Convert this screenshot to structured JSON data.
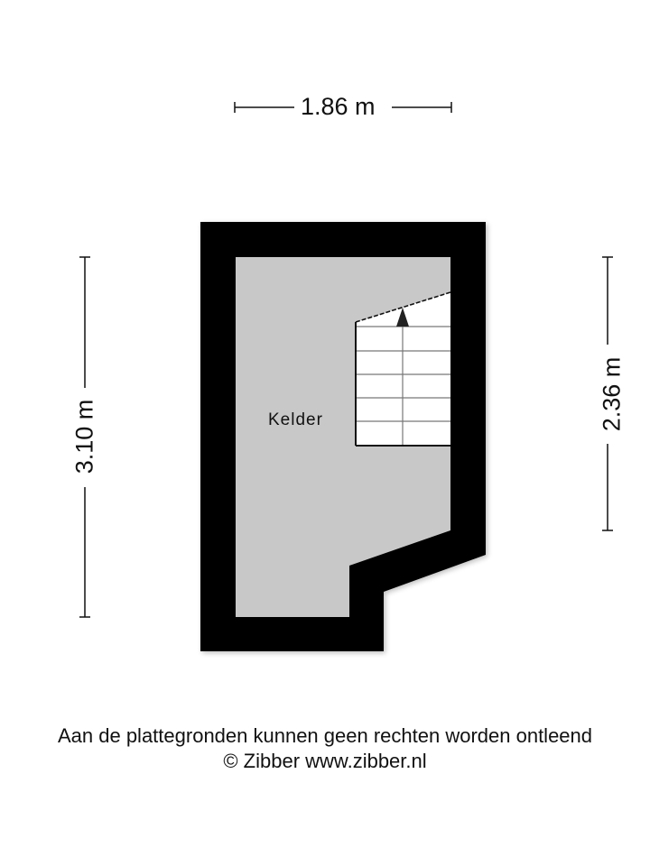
{
  "dimensions": {
    "top_width": "1.86 m",
    "left_height": "3.10 m",
    "right_height": "2.36 m"
  },
  "rooms": [
    {
      "label": "Kelder"
    }
  ],
  "icons": {
    "stairs": "staircase-icon",
    "direction": "stair-direction-arrow-icon"
  },
  "colors": {
    "wall": "#000000",
    "floor": "#c8c8c8",
    "stairs": "#ffffff",
    "background": "#ffffff",
    "dimension_line": "#111111"
  },
  "footer": {
    "disclaimer": "Aan de plattegronden kunnen geen rechten worden ontleend",
    "copyright": "© Zibber www.zibber.nl"
  }
}
